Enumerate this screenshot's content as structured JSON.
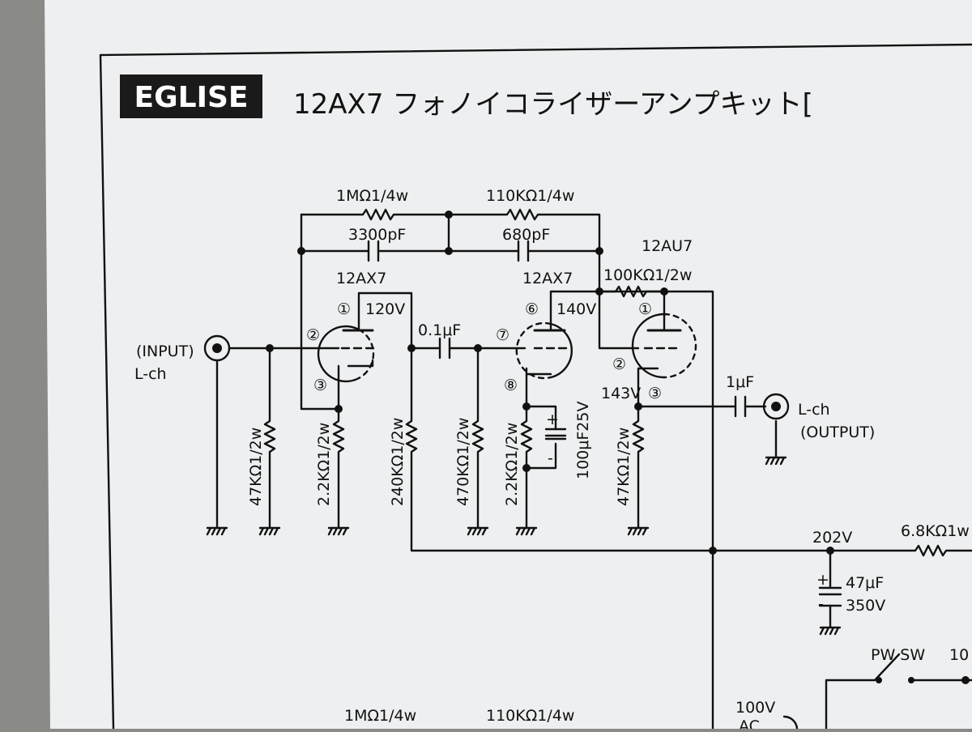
{
  "header": {
    "brand": "EGLISE",
    "title": "12AX7 フォノイコライザーアンプキット["
  },
  "labels": {
    "r_feedback_1": "1MΩ1/4w",
    "r_feedback_2": "110KΩ1/4w",
    "c_feedback_1": "3300pF",
    "c_feedback_2": "680pF",
    "tube1": "12AX7",
    "tube2": "12AX7",
    "tube3": "12AU7",
    "pin1_a": "①",
    "pin2_a": "②",
    "pin3_a": "③",
    "pin6_b": "⑥",
    "pin7_b": "⑦",
    "pin8_b": "⑧",
    "pin1_c": "①",
    "pin2_c": "②",
    "pin3_c": "③",
    "v_120": "120V",
    "v_140": "140V",
    "v_143": "143V",
    "v_202": "202V",
    "c_coupling": "0.1μF",
    "c_output": "1μF",
    "r_plate_c": "100KΩ1/2w",
    "input": "(INPUT)",
    "input_ch": "L-ch",
    "output_ch": "L-ch",
    "output": "(OUTPUT)",
    "r_47k_in": "47KΩ1/2w",
    "r_2k2_a": "2.2KΩ1/2w",
    "r_240k": "240KΩ1/2w",
    "r_470k": "470KΩ1/2w",
    "r_2k2_b": "2.2KΩ1/2w",
    "c_bypass": "100μF25V",
    "r_47k_out": "47KΩ1/2w",
    "r_6k8": "6.8KΩ1w",
    "c_filter_val": "47μF",
    "c_filter_v": "350V",
    "cap_plus": "+",
    "cap_minus": "-",
    "pw_sw": "PW SW",
    "ac_100v": "100V",
    "ac_label": "AC",
    "partial_10": "10",
    "bottom_r1": "1MΩ1/4w",
    "bottom_r2": "110KΩ1/4w"
  },
  "colors": {
    "paper": "#eeeff0",
    "ink": "#111111",
    "brand_bg": "#1a1a1a",
    "brand_text": "#ffffff",
    "background": "#8a8a86"
  }
}
